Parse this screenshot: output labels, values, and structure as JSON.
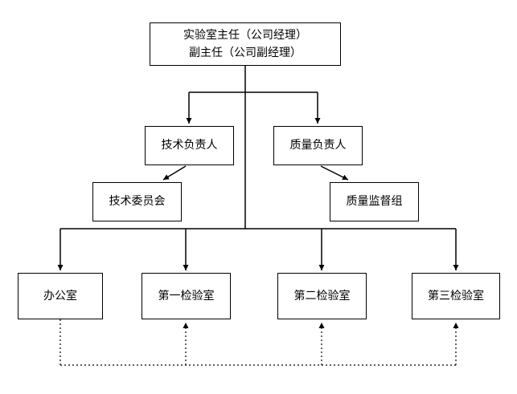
{
  "diagram": {
    "type": "org-chart",
    "nodes": {
      "director": {
        "line1": "实验室主任（公司经理）",
        "line2": "副主任（公司副经理）"
      },
      "tech_manager": {
        "label": "技术负责人"
      },
      "quality_manager": {
        "label": "质量负责人"
      },
      "tech_committee": {
        "label": "技术委员会"
      },
      "quality_group": {
        "label": "质量监督组"
      },
      "office": {
        "label": "办公室"
      },
      "lab1": {
        "label": "第一检验室"
      },
      "lab2": {
        "label": "第二检验室"
      },
      "lab3": {
        "label": "第三检验室"
      }
    },
    "colors": {
      "line": "#000000",
      "box_border": "#000000",
      "box_bg": "#ffffff",
      "text": "#000000"
    }
  }
}
